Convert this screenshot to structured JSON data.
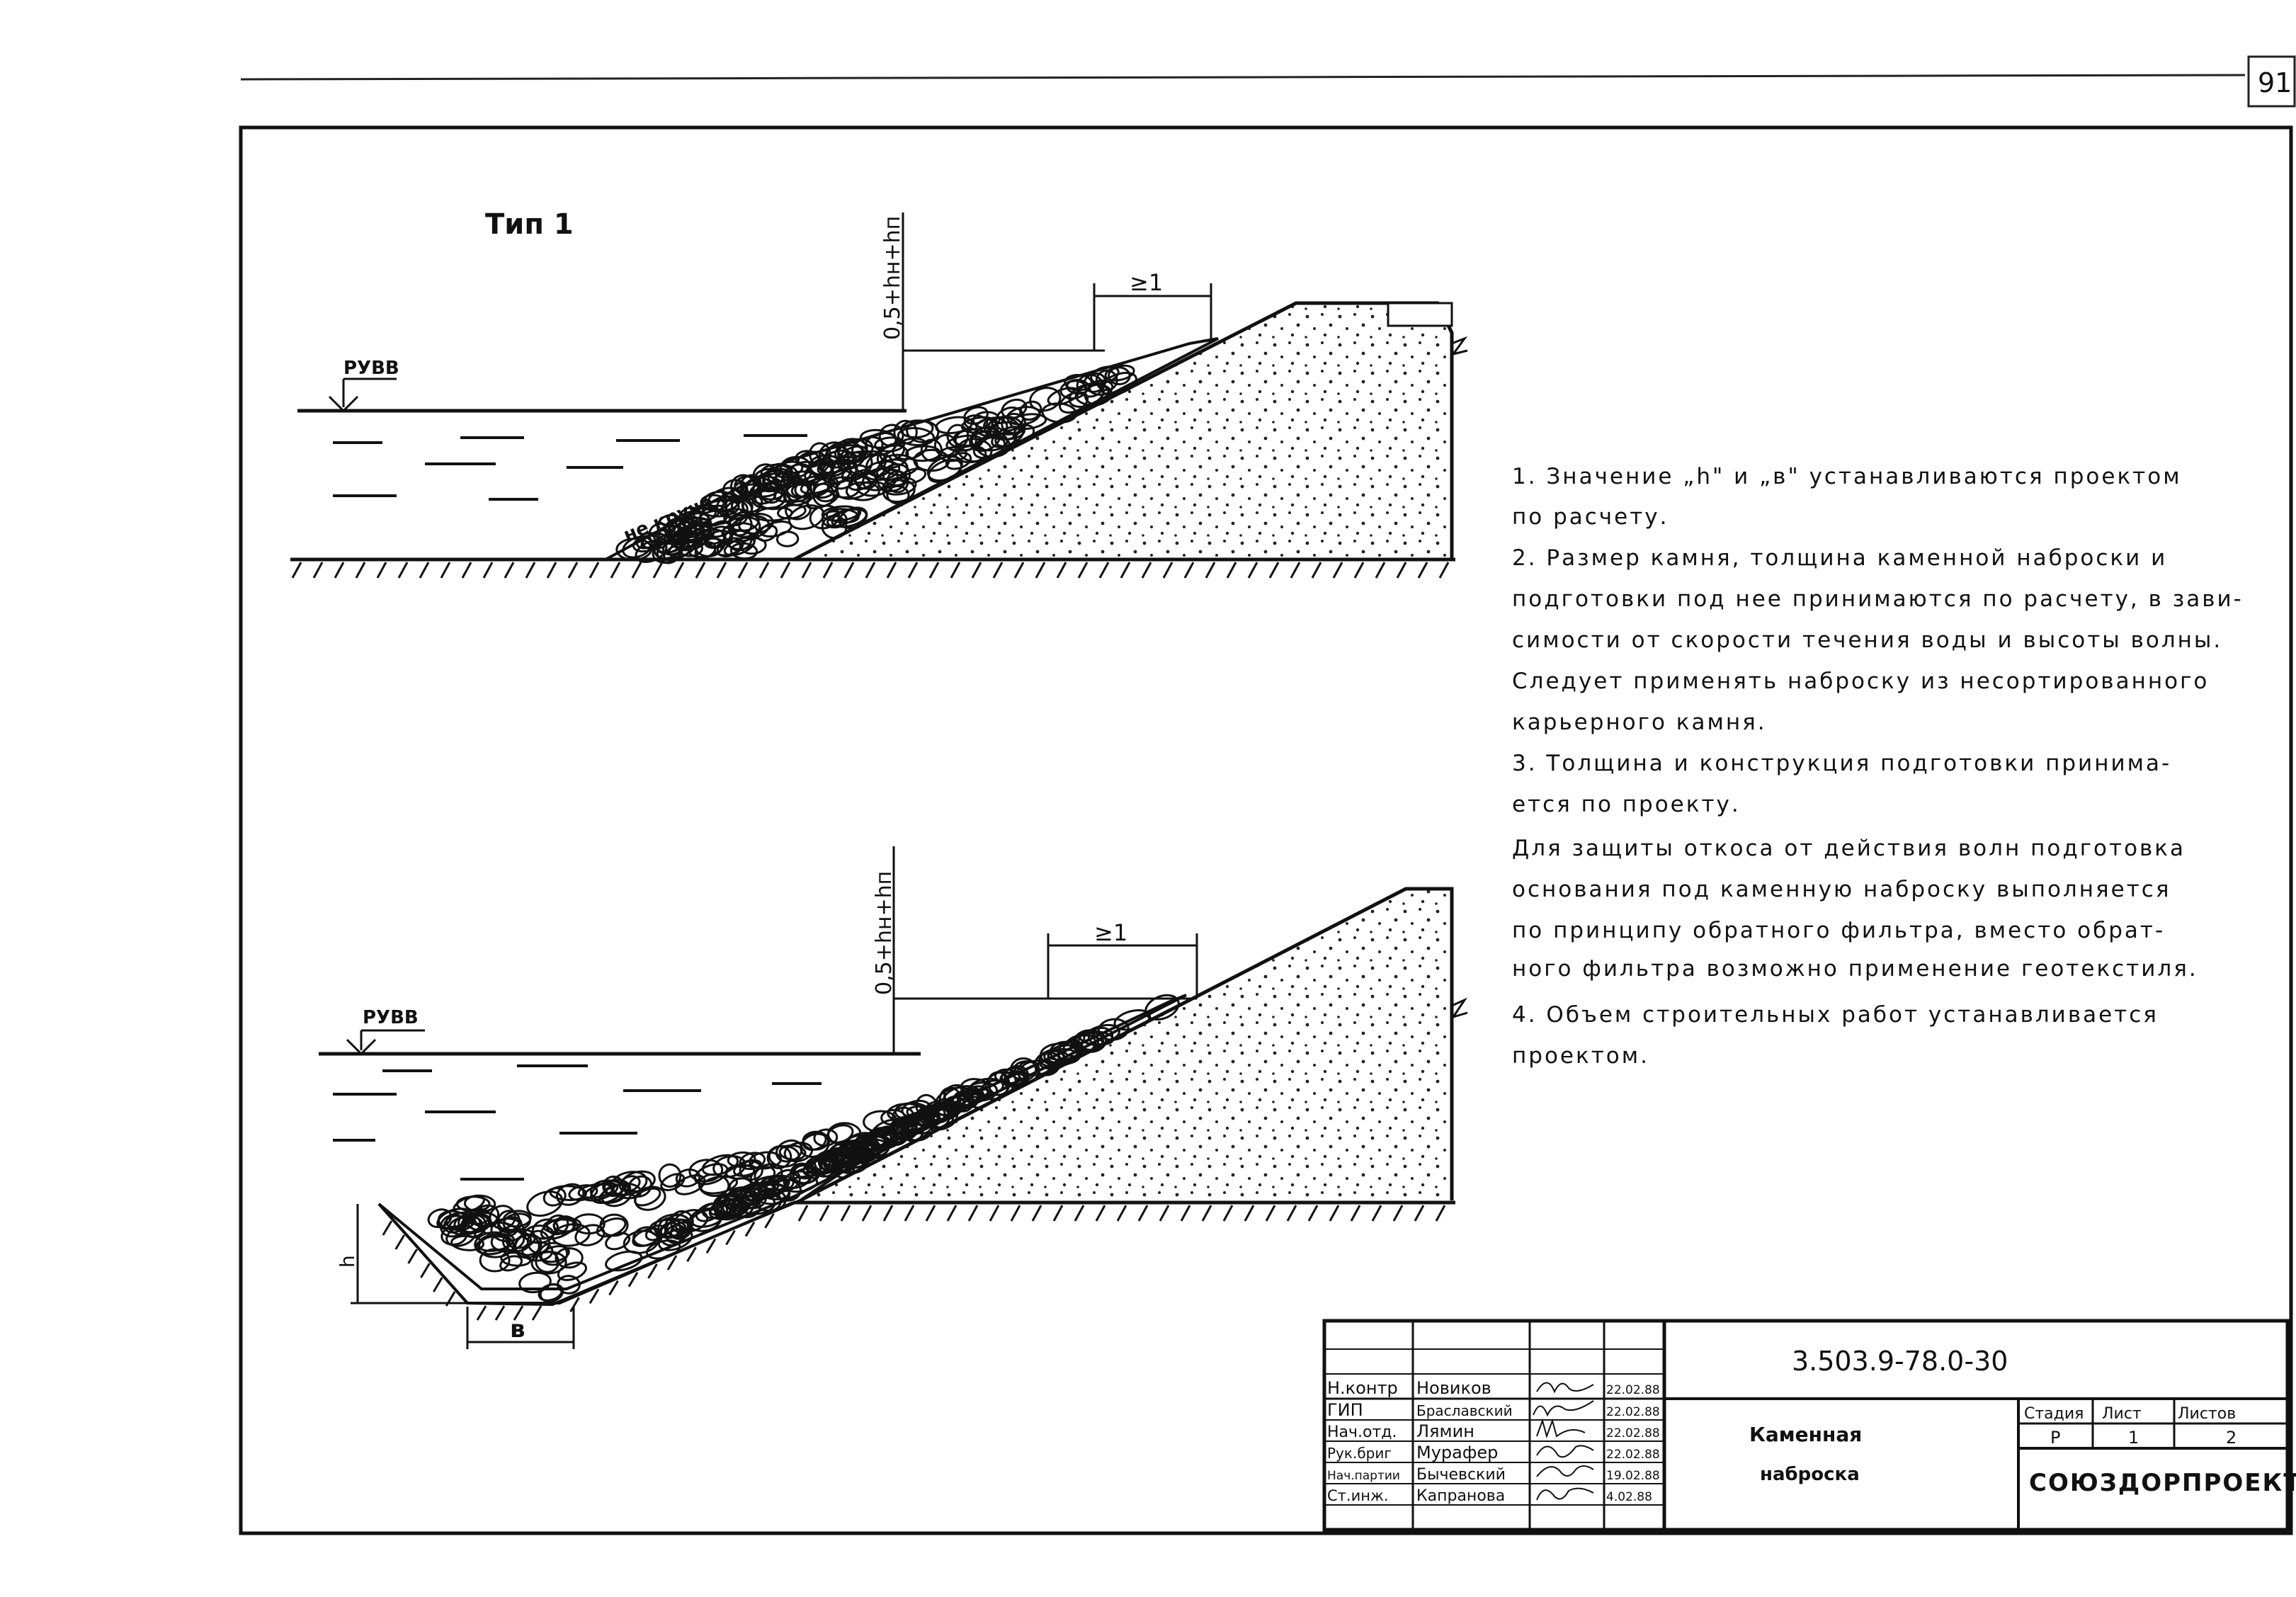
{
  "sheet": {
    "page_mark": "91"
  },
  "upper": {
    "type_label": "Тип 1",
    "water_label": "РУВВ",
    "height_label": "0,5+hн+hп",
    "berm_label": "≥1",
    "slope_label": "не круче 1:2"
  },
  "lower": {
    "water_label": "РУВВ",
    "height_label": "0,5+hн+hп",
    "berm_label": "≥1",
    "depth_label": "h",
    "width_label": "в"
  },
  "notes": [
    "1. Значение „h\" и „в\" устанавливаются проектом",
    "по расчету.",
    "2. Размер камня, толщина каменной наброски и",
    "подготовки под нее принимаются по расчету, в зави-",
    "симости от скорости течения воды и высоты волны.",
    "Следует применять наброску из несортированного",
    "карьерного  камня.",
    "3. Толщина и конструкция подготовки принима-",
    "ется по проекту.",
    "Для защиты откоса от действия волн подготовка",
    "основания под каменную наброску выполняется",
    "по принципу  обратного  фильтра, вместо обрат-",
    "ного фильтра возможно применение геотекстиля.",
    "4. Объем строительных работ устанавливается",
    "проектом."
  ],
  "title_block": {
    "doc_code": "3.503.9-78.0-30",
    "title_line1": "Каменная",
    "title_line2": "наброска",
    "stage_header": "Стадия",
    "sheet_header": "Лист",
    "sheets_header": "Листов",
    "stage": "Р",
    "sheet": "1",
    "sheets": "2",
    "organization": "СОЮЗДОРПРОЕКТ",
    "staff": [
      {
        "role": "Н.контр",
        "name": "Новиков",
        "date": "22.02.88"
      },
      {
        "role": "ГИП",
        "name": "Браславский",
        "date": "22.02.88"
      },
      {
        "role": "Нач.отд.",
        "name": "Лямин",
        "date": "22.02.88"
      },
      {
        "role": "Рук.бриг",
        "name": "Мурафер",
        "date": "22.02.88"
      },
      {
        "role": "Нач.партии",
        "name": "Бычевский",
        "date": "19.02.88"
      },
      {
        "role": "Ст.инж.",
        "name": "Капранова",
        "date": "4.02.88"
      }
    ]
  }
}
